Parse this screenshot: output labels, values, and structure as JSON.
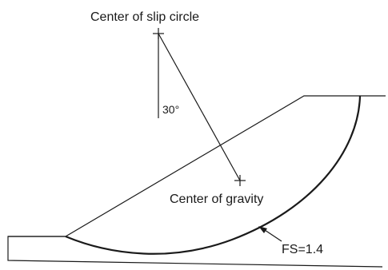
{
  "labels": {
    "center_slip_circle": "Center of slip circle",
    "angle": "30°",
    "center_gravity": "Center of gravity",
    "factor_of_safety": "FS=1.4"
  }
}
